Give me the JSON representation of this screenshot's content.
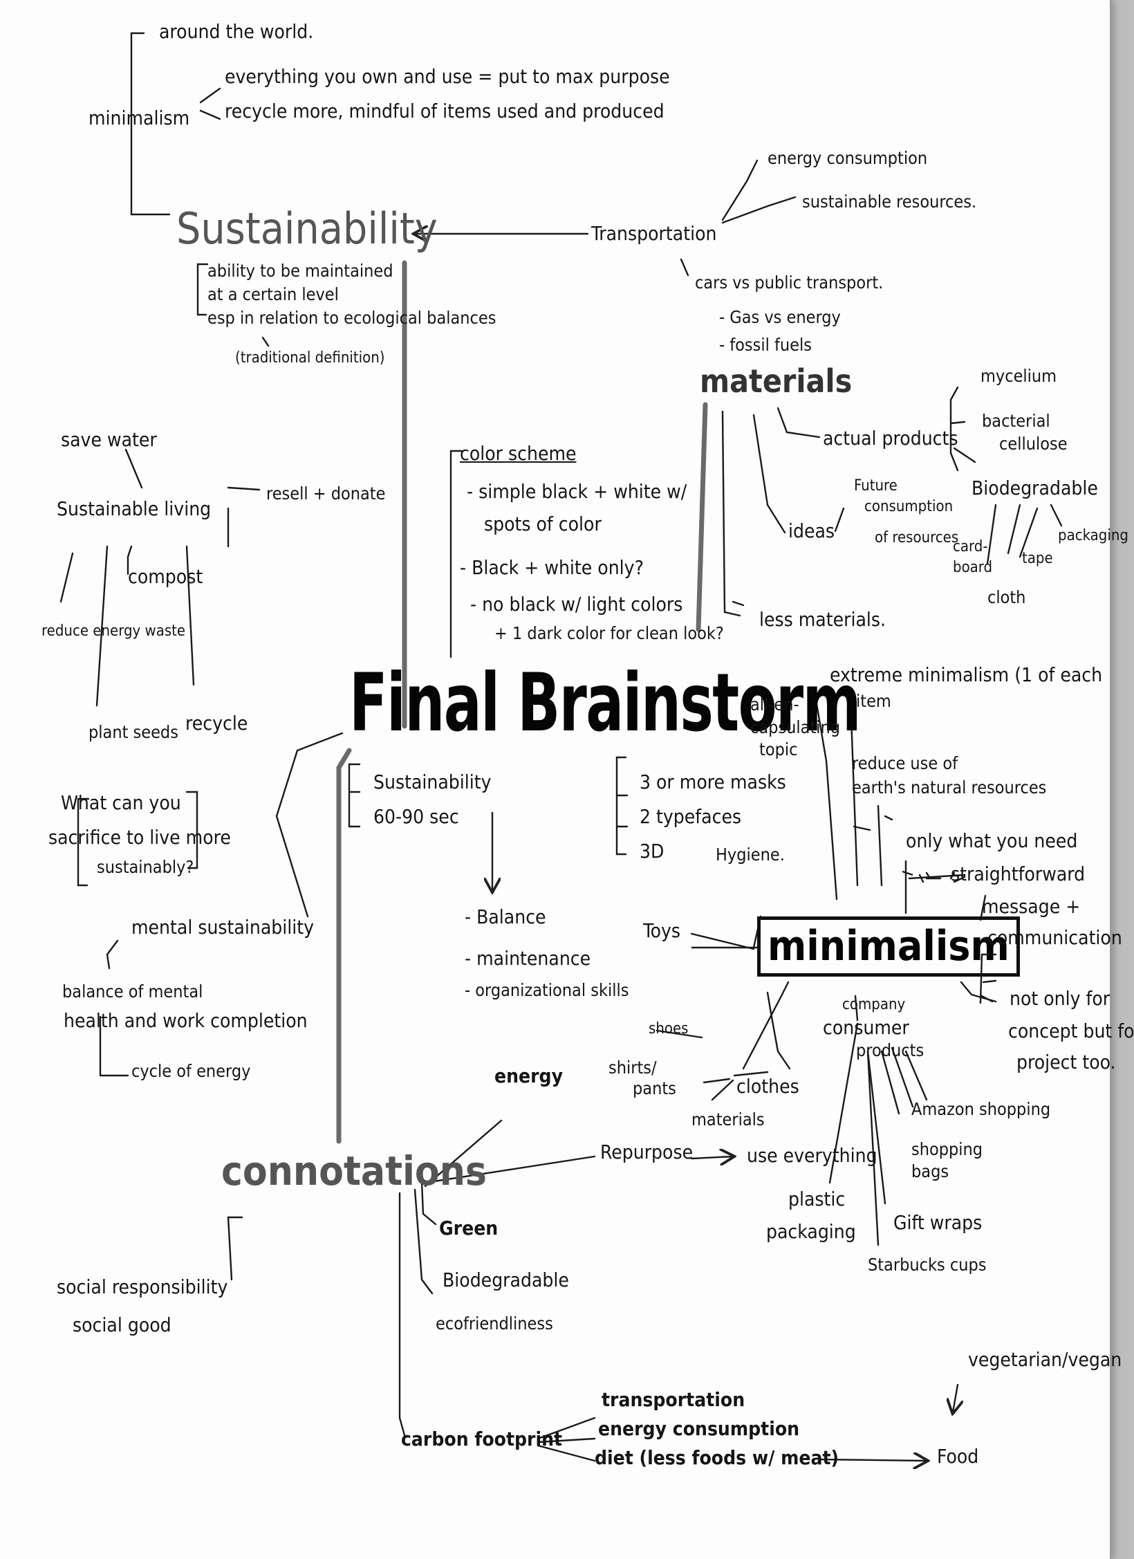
{
  "title": "Final Brainstorm",
  "sustainability_branch": {
    "heading": "Sustainability",
    "definition": [
      "ability to be maintained",
      "at a certain level",
      "esp in relation to ecological balances",
      "(traditional definition)"
    ],
    "minimalism_label": "minimalism",
    "minimalism_notes": [
      "around the world.",
      "everything you own and use = put to max purpose",
      "recycle more, mindful of items used and produced"
    ]
  },
  "transportation": {
    "label": "Transportation",
    "notes": [
      "energy consumption",
      "sustainable resources.",
      "cars vs public transport.",
      "- Gas vs energy",
      "- fossil fuels"
    ]
  },
  "materials": {
    "label": "materials",
    "actual_products": "actual products",
    "products": [
      "mycelium",
      "bacterial",
      "cellulose"
    ],
    "biodegradable": "Biodegradable",
    "biodegradable_items": [
      "packaging",
      "card-",
      "board",
      "tape",
      "cloth"
    ],
    "future_consumption": [
      "Future",
      "consumption",
      "of resources"
    ],
    "ideas": "ideas",
    "less_materials": "less materials."
  },
  "color_scheme": {
    "label": "color scheme",
    "notes": [
      "- simple black + white w/",
      "spots of color",
      "- Black + white only?",
      "- no black w/ light colors",
      "+ 1 dark color for clean look?"
    ]
  },
  "sustainable_living": {
    "label": "Sustainable living",
    "items": [
      "save water",
      "resell + donate",
      "compost",
      "reduce energy waste",
      "plant seeds",
      "recycle"
    ]
  },
  "sacrifice": [
    "What can you",
    "sacrifice to live more",
    "sustainably?"
  ],
  "mental": {
    "label": "mental sustainability",
    "notes": [
      "balance of mental",
      "health and work completion",
      "cycle of energy"
    ]
  },
  "requirements_left": [
    "Sustainability",
    "60-90 sec"
  ],
  "requirements_right": [
    "3 or more masks",
    "2 typefaces",
    "3D"
  ],
  "balance_list": [
    "- Balance",
    "- maintenance",
    "- organizational skills"
  ],
  "minimalism": {
    "label": "minimalism",
    "topic": [
      "all-en-",
      "capsulating",
      "topic"
    ],
    "extreme": [
      "extreme minimalism (1 of each",
      "item"
    ],
    "reduce": [
      "reduce use of",
      "earth's natural resources"
    ],
    "only_need": "only what you need",
    "straightforward": [
      "straightforward",
      "message +",
      "communication"
    ],
    "not_only": [
      "not only for",
      "concept but for",
      "project too."
    ],
    "hygiene": "Hygiene.",
    "toys": "Toys"
  },
  "clothes": {
    "label": "clothes",
    "items": [
      "shoes",
      "shirts/",
      "pants",
      "materials"
    ]
  },
  "consumer": {
    "label": [
      "company",
      "consumer",
      "products"
    ],
    "items": [
      "Amazon shopping",
      "shopping",
      "bags",
      "Gift wraps",
      "Starbucks cups",
      "plastic",
      "packaging"
    ]
  },
  "connotations": {
    "label": "connotations",
    "energy": "energy",
    "repurpose": "Repurpose",
    "use_everything": "use everything",
    "green": "Green",
    "biodegradable": "Biodegradable",
    "eco": "ecofriendliness",
    "social": [
      "social responsibility",
      "social good"
    ],
    "carbon_footprint": "carbon footprint",
    "carbon_items": [
      "transportation",
      "energy consumption",
      "diet (less foods w/ meat)"
    ],
    "vegetarian": "vegetarian/vegan",
    "food": "Food"
  }
}
